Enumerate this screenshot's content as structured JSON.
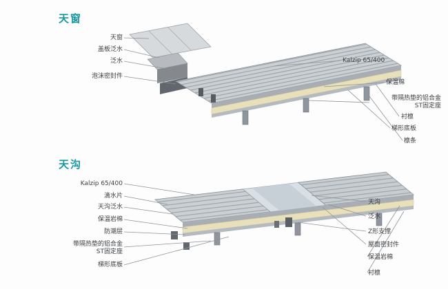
{
  "page": {
    "background": "#fdfdfd",
    "title_color": "#1798a0",
    "label_color": "#3b3e41",
    "leader_line_color": "#8d9297",
    "panel_color": "#cbd0d4",
    "insulation_color": "#e8dfbb"
  },
  "sections": [
    {
      "title": "天窗",
      "labels_left": [
        "天窗",
        "盖板泛水",
        "泛水",
        "泡沫密封件"
      ],
      "labels_right": [
        "Kalzip 65/400",
        "保温棉",
        "带隔热垫的铝合金\nST固定座",
        "衬檩",
        "梯形底板",
        "檩条"
      ]
    },
    {
      "title": "天沟",
      "labels_left": [
        "Kalzip 65/400",
        "滴水片",
        "天沟泛水",
        "保温岩棉",
        "防潮层",
        "带隔热垫的铝合金\nST固定座",
        "梯形底板"
      ],
      "labels_right": [
        "天沟",
        "泛水",
        "Z形支撑",
        "屋面密封件",
        "保温岩棉",
        "衬檩"
      ]
    }
  ]
}
